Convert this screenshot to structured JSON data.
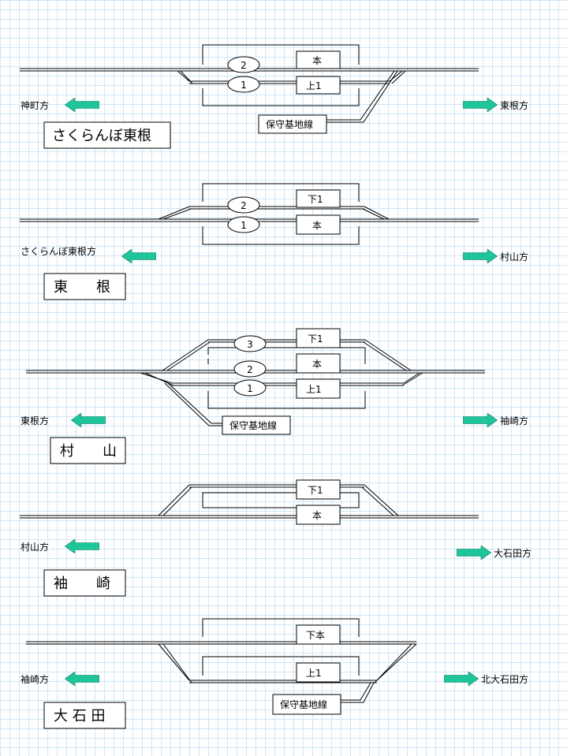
{
  "colors": {
    "arrow": "#1ec49a",
    "grid": "#cfe6f7",
    "track": "#000000"
  },
  "stations": [
    {
      "id": "sakuranbo",
      "name": "さくらんぼ東根",
      "left_dir": "神町方",
      "right_dir": "東根方",
      "tracks": [
        "本",
        "上1"
      ],
      "platforms": [
        "2",
        "1"
      ],
      "siding": "保守基地線"
    },
    {
      "id": "higashine",
      "name": "東　　根",
      "left_dir": "さくらんぼ東根方",
      "right_dir": "村山方",
      "tracks": [
        "下1",
        "本"
      ],
      "platforms": [
        "2",
        "1"
      ]
    },
    {
      "id": "murayama",
      "name": "村　　山",
      "left_dir": "東根方",
      "right_dir": "袖崎方",
      "tracks": [
        "下1",
        "本",
        "上1"
      ],
      "platforms": [
        "3",
        "2",
        "1"
      ],
      "siding": "保守基地線"
    },
    {
      "id": "sodesaki",
      "name": "袖　　崎",
      "left_dir": "村山方",
      "right_dir": "大石田方",
      "tracks": [
        "下1",
        "本"
      ]
    },
    {
      "id": "oishida",
      "name": "大 石 田",
      "left_dir": "袖崎方",
      "right_dir": "北大石田方",
      "tracks": [
        "下本",
        "上1"
      ],
      "siding": "保守基地線"
    }
  ]
}
